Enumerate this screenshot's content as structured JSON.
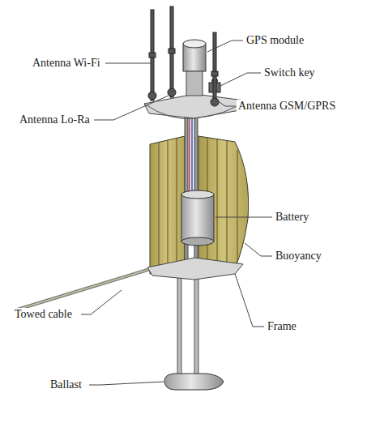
{
  "diagram": {
    "labels": [
      "GPS module",
      "Antenna Wi-Fi",
      "Switch key",
      "Antenna GSM/GPRS",
      "Antenna Lo-Ra",
      "Battery",
      "Buoyancy",
      "Towed cable",
      "Frame",
      "Ballast"
    ]
  }
}
